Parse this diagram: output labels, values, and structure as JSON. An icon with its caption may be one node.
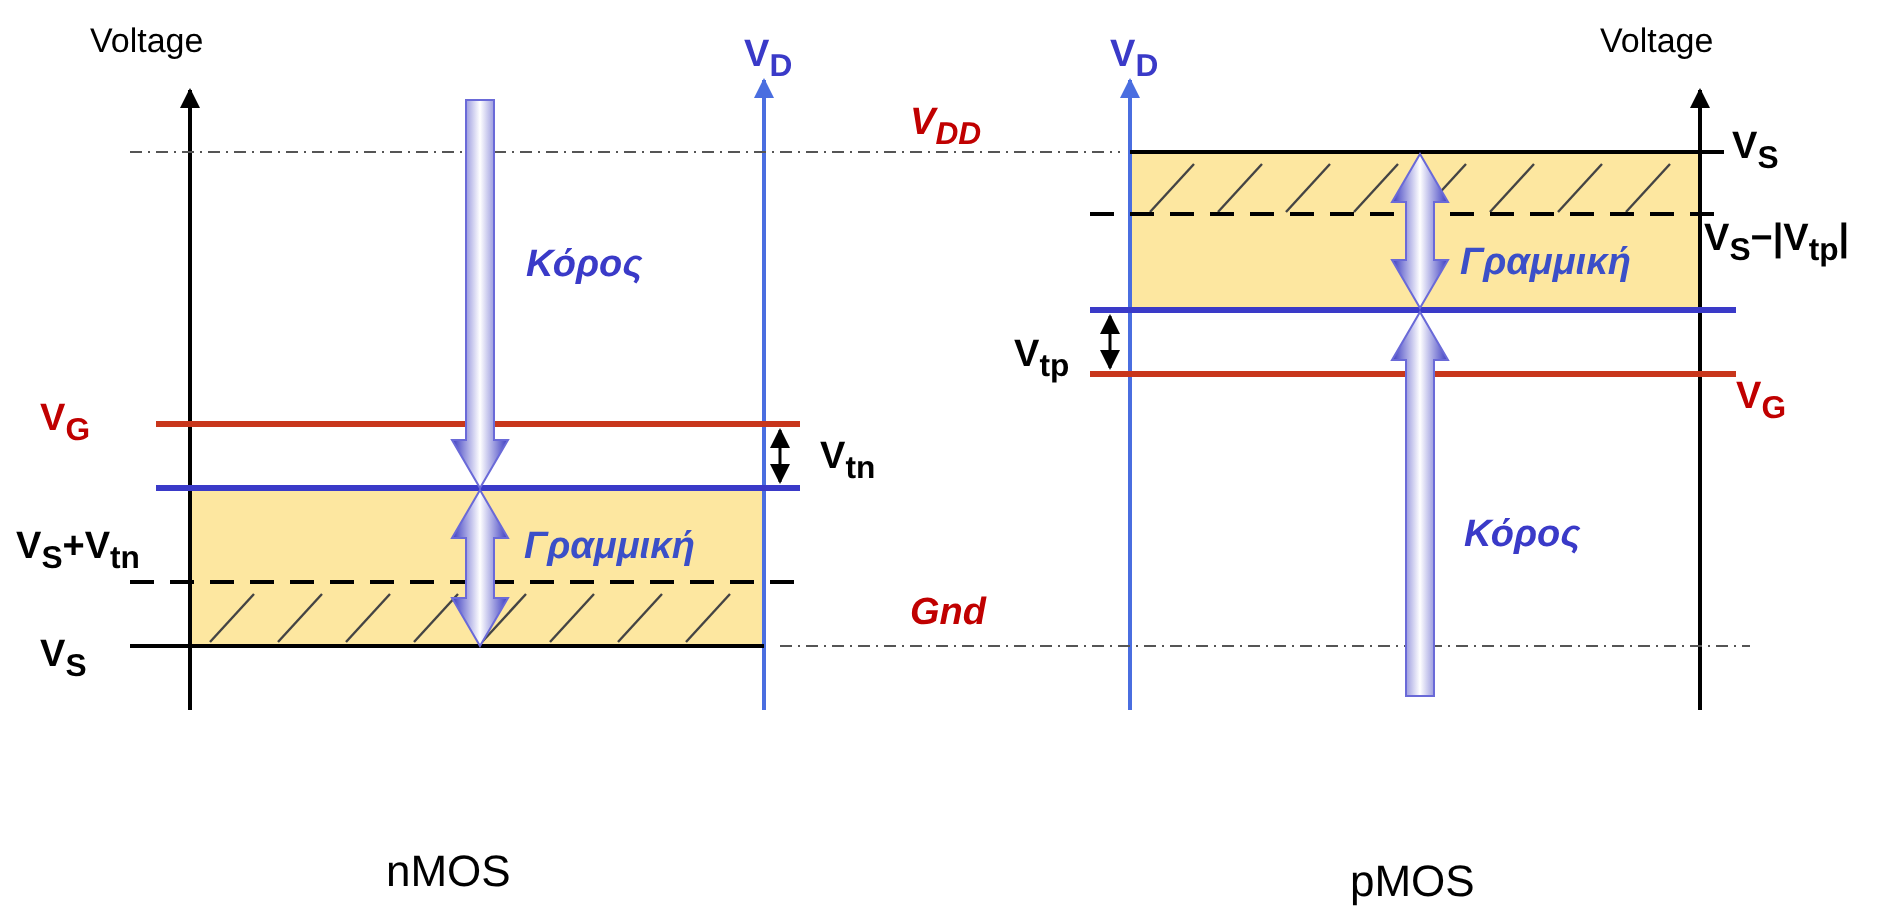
{
  "diagram": {
    "nodes": [
      {
        "text": [
          "Γραμμική"
        ]
      },
      {
        "text": [
          "Γραμμική"
        ]
      }
    ],
    "labels": [
      "Voltage",
      "V$_{D}$",
      "V$_{D}$",
      "Voltage",
      "V$_{DD}$",
      "V$_{S}$",
      "Κόρος",
      "V$_{S}$−|V$_{tp}$|",
      "V$_{tp}$",
      "V$_{G}$",
      "V$_{G}$",
      "V$_{tn}$",
      "V$_{S}$+V$_{tn}$",
      "Κόρος",
      "Gnd",
      "V$_{S}$",
      "nMOS",
      "pMOS"
    ]
  }
}
